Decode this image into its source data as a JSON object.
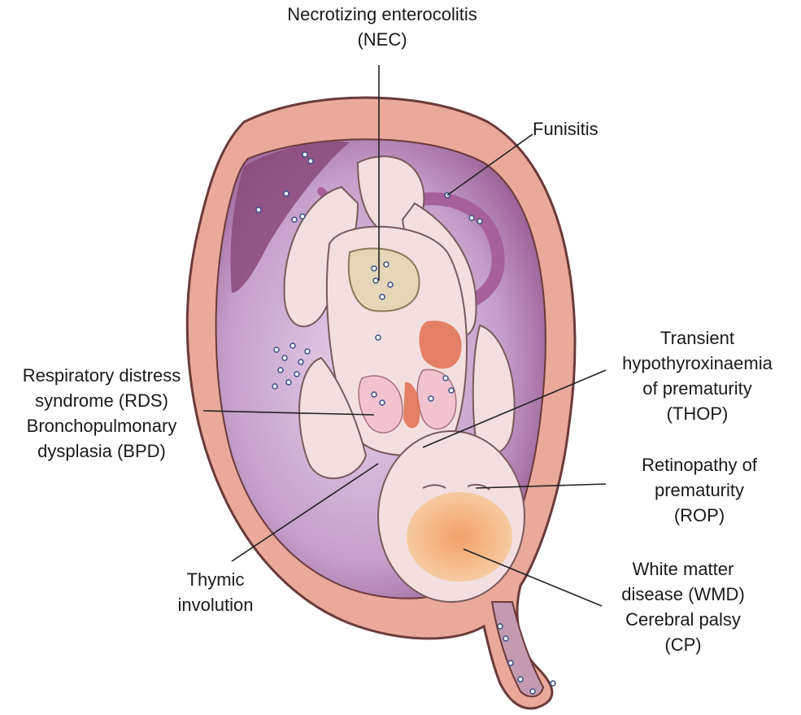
{
  "labels": {
    "nec": [
      "Necrotizing enterocolitis",
      "(NEC)"
    ],
    "funisitis": [
      "Funisitis"
    ],
    "thop": [
      "Transient",
      "hypothyroxinaemia",
      "of prematurity",
      "(THOP)"
    ],
    "rds": [
      "Respiratory distress",
      "syndrome (RDS)",
      "Bronchopulmonary",
      "dysplasia (BPD)"
    ],
    "rop": [
      "Retinopathy of",
      "prematurity",
      "(ROP)"
    ],
    "thymic": [
      "Thymic",
      "involution"
    ],
    "wmd": [
      "White matter",
      "disease (WMD)",
      "Cerebral palsy",
      "(CP)"
    ]
  },
  "colors": {
    "uterus_wall": "#e9a99b",
    "uterus_outline": "#6b3a3a",
    "amniotic_cavity": "#c69fcc",
    "cavity_dark": "#8a4a7a",
    "fetus_skin": "#f3dfe0",
    "bacteria": "#3b4f8a",
    "lesion": "#e0704f"
  }
}
